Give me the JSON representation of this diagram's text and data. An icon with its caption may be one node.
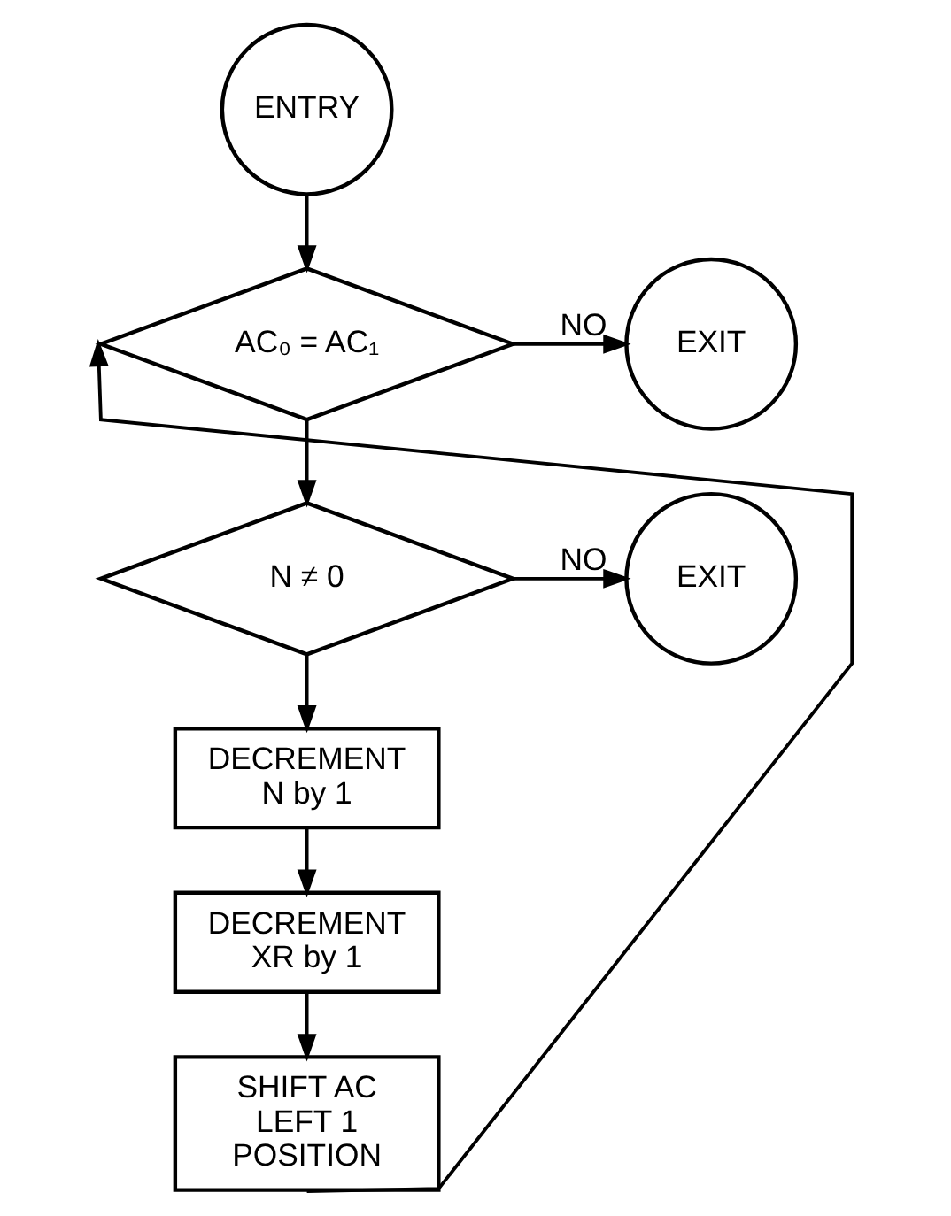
{
  "diagram": {
    "nodes": [
      {
        "text": [
          "ENTRY"
        ]
      },
      {
        "text": [
          "AC₀ = AC₁"
        ]
      },
      {
        "text": [
          "EXIT"
        ]
      },
      {
        "text": [
          "N ≠ 0"
        ]
      },
      {
        "text": [
          "EXIT"
        ]
      },
      {
        "text": [
          "DECREMENT N by 1"
        ]
      },
      {
        "text": [
          "DECREMENT XR by 1"
        ]
      },
      {
        "text": [
          "SHIFT AC LEFT 1 POSITION"
        ]
      }
    ],
    "edges": [
      {
        "from": 0,
        "to": 1,
        "arrow": "to"
      },
      {
        "from": 1,
        "to": 2,
        "arrow": "to",
        "label": "NO"
      },
      {
        "from": 1,
        "to": 3,
        "arrow": "to"
      },
      {
        "from": 3,
        "to": 4,
        "arrow": "to",
        "label": "NO"
      },
      {
        "from": 3,
        "to": 5,
        "arrow": "to"
      },
      {
        "from": 5,
        "to": 6,
        "arrow": "to"
      },
      {
        "from": 6,
        "to": 7,
        "arrow": "to"
      },
      {
        "from": 7,
        "to": 1,
        "arrow": "to"
      }
    ]
  }
}
